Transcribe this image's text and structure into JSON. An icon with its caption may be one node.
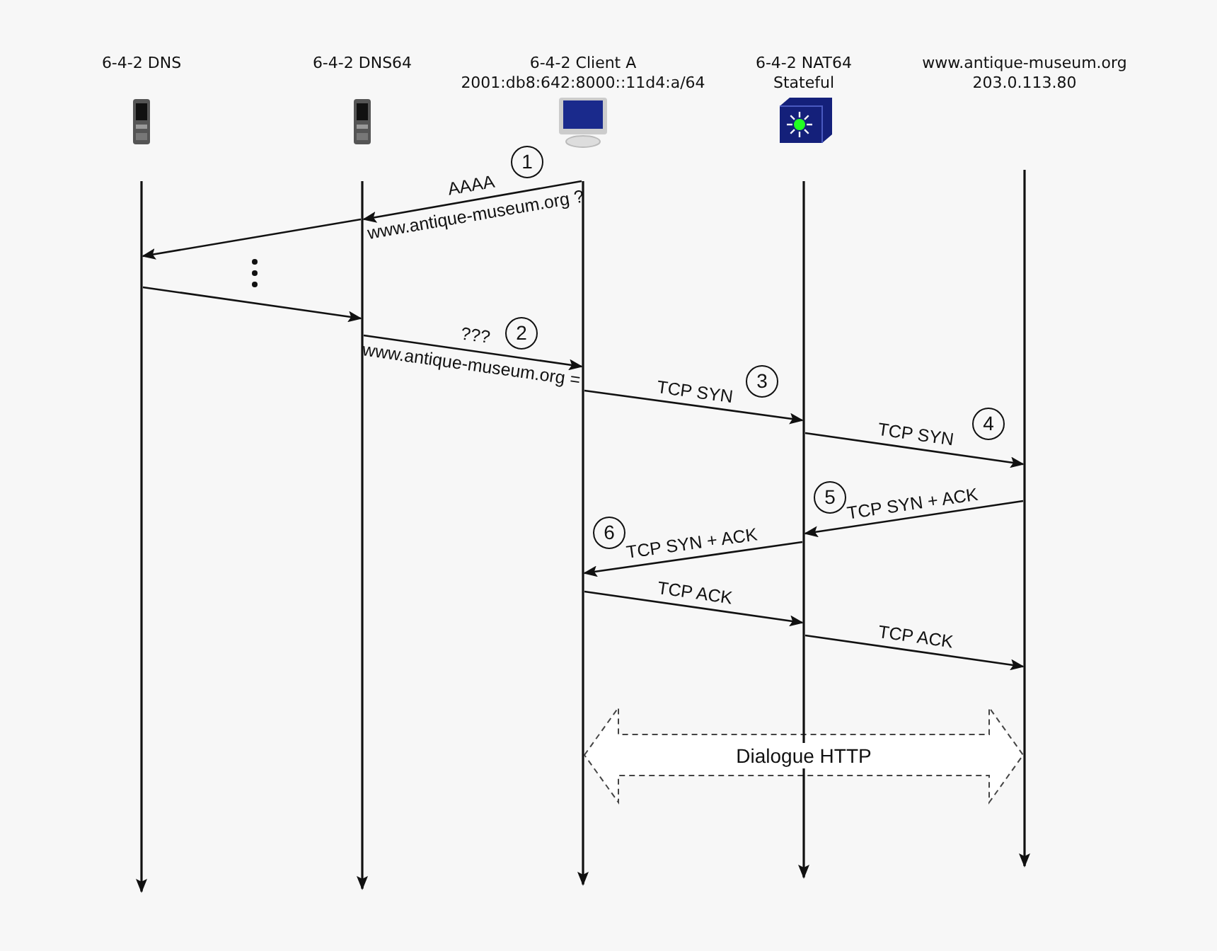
{
  "diagram": {
    "nodes": [
      {
        "text": [
          "6-4-2 DNS"
        ]
      },
      {
        "text": [
          "6-4-2 DNS64"
        ]
      },
      {
        "text": [
          "6-4-2 Client A 2001:db8:642:8000::11d4:a/64"
        ]
      },
      {
        "text": [
          "6-4-2 NAT64 Stateful"
        ]
      },
      {
        "text": [
          "www.antique-museum.org 203.0.113.80"
        ]
      }
    ],
    "edges": [
      {
        "from": 2,
        "to": 1,
        "arrow": "to",
        "label": "AAAA www.antique-museum.org ?"
      },
      {
        "from": 1,
        "to": 0,
        "arrow": "to"
      },
      {
        "from": 0,
        "to": 1,
        "arrow": "to"
      },
      {
        "from": 1,
        "to": 2,
        "arrow": "to",
        "label": "??? www.antique-museum.org ="
      },
      {
        "from": 2,
        "to": 3,
        "arrow": "to",
        "label": "TCP SYN"
      },
      {
        "from": 3,
        "to": 4,
        "arrow": "to",
        "label": "TCP SYN"
      },
      {
        "from": 4,
        "to": 3,
        "arrow": "to",
        "label": "TCP SYN + ACK"
      },
      {
        "from": 3,
        "to": 2,
        "arrow": "to",
        "label": "TCP SYN + ACK"
      },
      {
        "from": 2,
        "to": 3,
        "arrow": "to",
        "label": "TCP ACK"
      },
      {
        "from": 3,
        "to": 4,
        "arrow": "to",
        "label": "TCP ACK"
      },
      {
        "from": 2,
        "to": 4,
        "arrow": "both",
        "label": "Dialogue HTTP",
        "style": "dashed"
      }
    ],
    "labels": [
      "1",
      "2",
      "3",
      "4",
      "5",
      "6"
    ]
  }
}
